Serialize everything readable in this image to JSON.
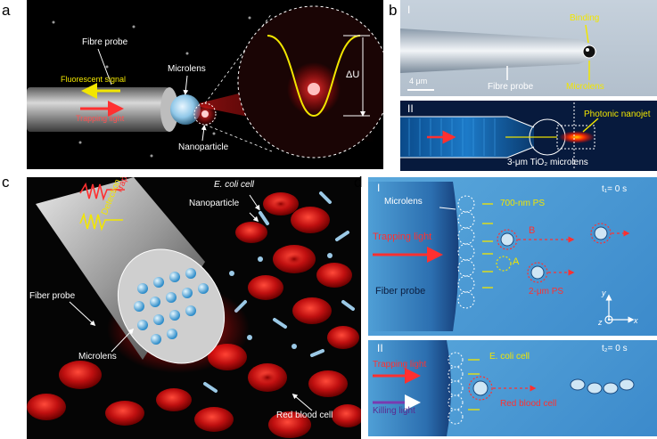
{
  "panel_labels": {
    "a": "a",
    "b": "b",
    "c": "c",
    "d": "d"
  },
  "panel_a": {
    "fibre_probe": "Fibre probe",
    "microlens": "Microlens",
    "fluorescent_signal": "Fluorescent signal",
    "trapping_light": "Trapping light",
    "nanoparticle": "Nanoparticle",
    "delta_u": "ΔU"
  },
  "panel_b": {
    "roman_1": "I",
    "binding": "Binding",
    "scale": "4 μm",
    "fibre_probe": "Fibre probe",
    "microlens": "Microlens",
    "roman_2": "II",
    "nanojet": "Photonic nanojet",
    "tio2": "3-μm TiO₂ microlens"
  },
  "panel_c": {
    "trapping_light": "Trapping light",
    "detection_signal": "Detection signal",
    "ecoli": "E. coli cell",
    "nanoparticle": "Nanoparticle",
    "fiber_probe": "Fiber probe",
    "microlens": "Microlens",
    "rbc": "Red blood cell"
  },
  "panel_d": {
    "roman_1": "I",
    "t1": "t₁= 0 s",
    "microlens": "Microlens",
    "ps700": "700-nm  PS",
    "trapping_light": "Trapping light",
    "b": "B",
    "a": "A",
    "fiber_probe": "Fiber probe",
    "ps2": "2-μm PS",
    "axis_y": "y",
    "axis_z": "z",
    "axis_x": "x",
    "roman_2": "II",
    "t2": "t₂= 0 s",
    "ecoli": "E. coli cell",
    "trapping_light_2": "Trapping light",
    "killing_light": "Killing light",
    "rbc": "Red blood cell"
  },
  "colors": {
    "laser_red": "#ff2a2a",
    "signal_yellow": "#f2e600",
    "annotation_yellow": "#ffff33",
    "fluid_blue": "#3f93cf"
  }
}
